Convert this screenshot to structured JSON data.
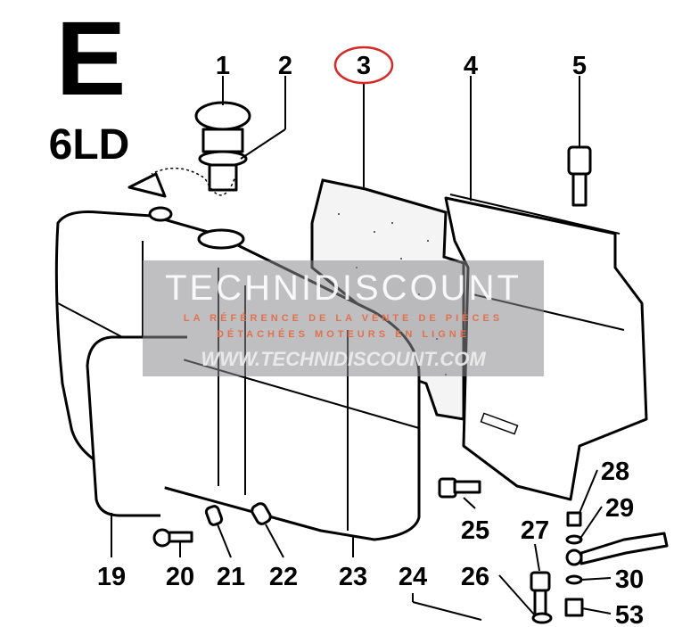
{
  "header": {
    "section_letter": "E",
    "engine_model": "6LD"
  },
  "callouts": [
    "1",
    "2",
    "3",
    "4",
    "5",
    "19",
    "20",
    "21",
    "22",
    "23",
    "24",
    "25",
    "26",
    "27",
    "28",
    "29",
    "30",
    "53"
  ],
  "highlighted_callout": "3",
  "colors": {
    "highlight": "#d42a2a",
    "watermark_band": "#8a8a8e",
    "watermark_text": "#e0714f"
  },
  "watermark": {
    "brand": "TECHNIDISCOUNT",
    "line1": "LA RÉFÉRENCE DE LA VENTE DE PIÈCES",
    "line2": "DÉTACHÉES MOTEURS EN LIGNE",
    "url": "WWW.TECHNIDISCOUNT.COM"
  }
}
